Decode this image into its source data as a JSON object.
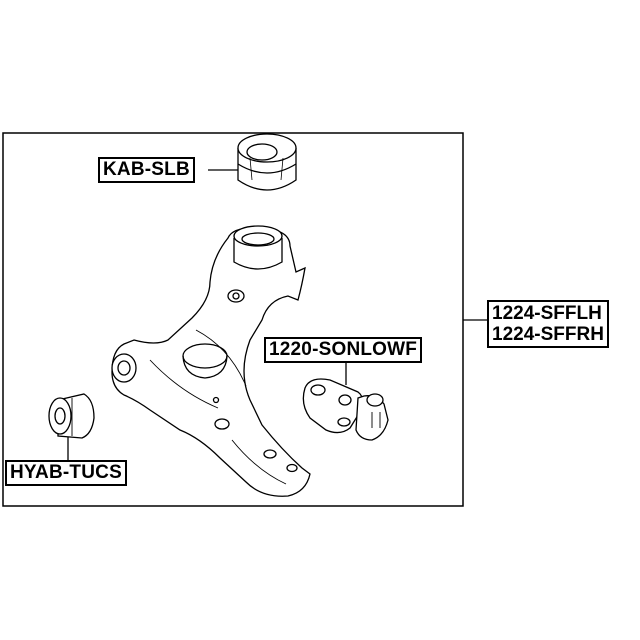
{
  "parts": {
    "bushing_top": {
      "code": "KAB-SLB"
    },
    "bushing_rear": {
      "code": "HYAB-TUCS"
    },
    "ball_joint": {
      "code": "1220-SONLOWF"
    },
    "control_arm": {
      "code_left": "1224-SFFLH",
      "code_right": "1224-SFFRH"
    }
  },
  "colors": {
    "line": "#000000",
    "background": "#ffffff"
  }
}
